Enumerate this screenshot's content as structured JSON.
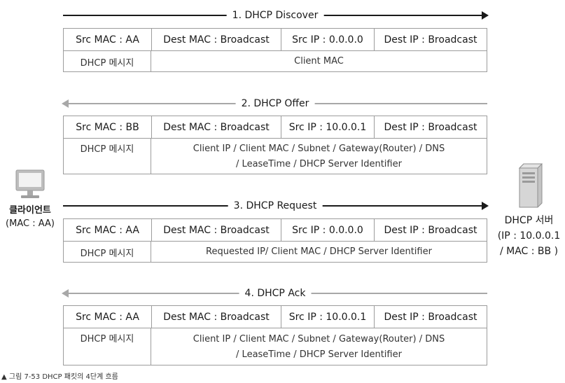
{
  "steps": [
    {
      "title": "1. DHCP Discover",
      "fields": [
        "Src MAC : AA",
        "Dest MAC : Broadcast",
        "Src IP : 0.0.0.0",
        "Dest IP : Broadcast"
      ],
      "message_label": "DHCP 메시지",
      "content_lines": [
        "Client MAC"
      ]
    },
    {
      "title": "2. DHCP Offer",
      "fields": [
        "Src MAC : BB",
        "Dest MAC : Broadcast",
        "Src IP : 10.0.0.1",
        "Dest IP : Broadcast"
      ],
      "message_label": "DHCP 메시지",
      "content_lines": [
        "Client IP / Client MAC / Subnet / Gateway(Router) / DNS",
        "/ LeaseTime / DHCP Server Identifier"
      ]
    },
    {
      "title": "3. DHCP Request",
      "fields": [
        "Src MAC : AA",
        "Dest MAC : Broadcast",
        "Src IP : 0.0.0.0",
        "Dest IP : Broadcast"
      ],
      "message_label": "DHCP 메시지",
      "content_lines": [
        "Requested IP/ Client MAC / DHCP Server Identifier"
      ]
    },
    {
      "title": "4. DHCP Ack",
      "fields": [
        "Src MAC : AA",
        "Dest MAC : Broadcast",
        "Src IP : 10.0.0.1",
        "Dest IP : Broadcast"
      ],
      "message_label": "DHCP 메시지",
      "content_lines": [
        "Client IP / Client MAC / Subnet / Gateway(Router) / DNS",
        "/ LeaseTime / DHCP Server Identifier"
      ]
    }
  ],
  "client": {
    "label": "클라이언트",
    "address": "(MAC : AA)",
    "icon": "computer-icon"
  },
  "server": {
    "line1": "DHCP 서버",
    "line2": "(IP : 10.0.0.1",
    "line3": "/ MAC : BB )",
    "icon": "server-icon"
  },
  "caption": "▲ 그림 7-53 DHCP 패킷의 4단계 흐름"
}
